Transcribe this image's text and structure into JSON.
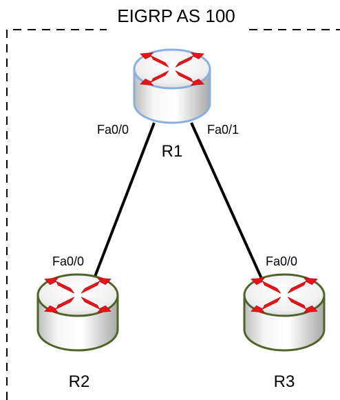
{
  "as_boundary": {
    "label": "EIGRP  AS 100"
  },
  "routers": [
    {
      "id": "R1",
      "name": "R1",
      "style": "blue-outline"
    },
    {
      "id": "R2",
      "name": "R2",
      "style": "green-outline"
    },
    {
      "id": "R3",
      "name": "R3",
      "style": "green-outline"
    }
  ],
  "links": [
    {
      "a": "R1",
      "a_intf": "Fa0/0",
      "b": "R2",
      "b_intf": "Fa0/0"
    },
    {
      "a": "R1",
      "a_intf": "Fa0/1",
      "b": "R3",
      "b_intf": "Fa0/0"
    }
  ],
  "colors": {
    "r1_outline": "#8aaee0",
    "r2_r3_outline": "#4f6228",
    "arrows": "#e8141c",
    "links": "#000000"
  },
  "icons": {
    "router": "router-icon"
  }
}
